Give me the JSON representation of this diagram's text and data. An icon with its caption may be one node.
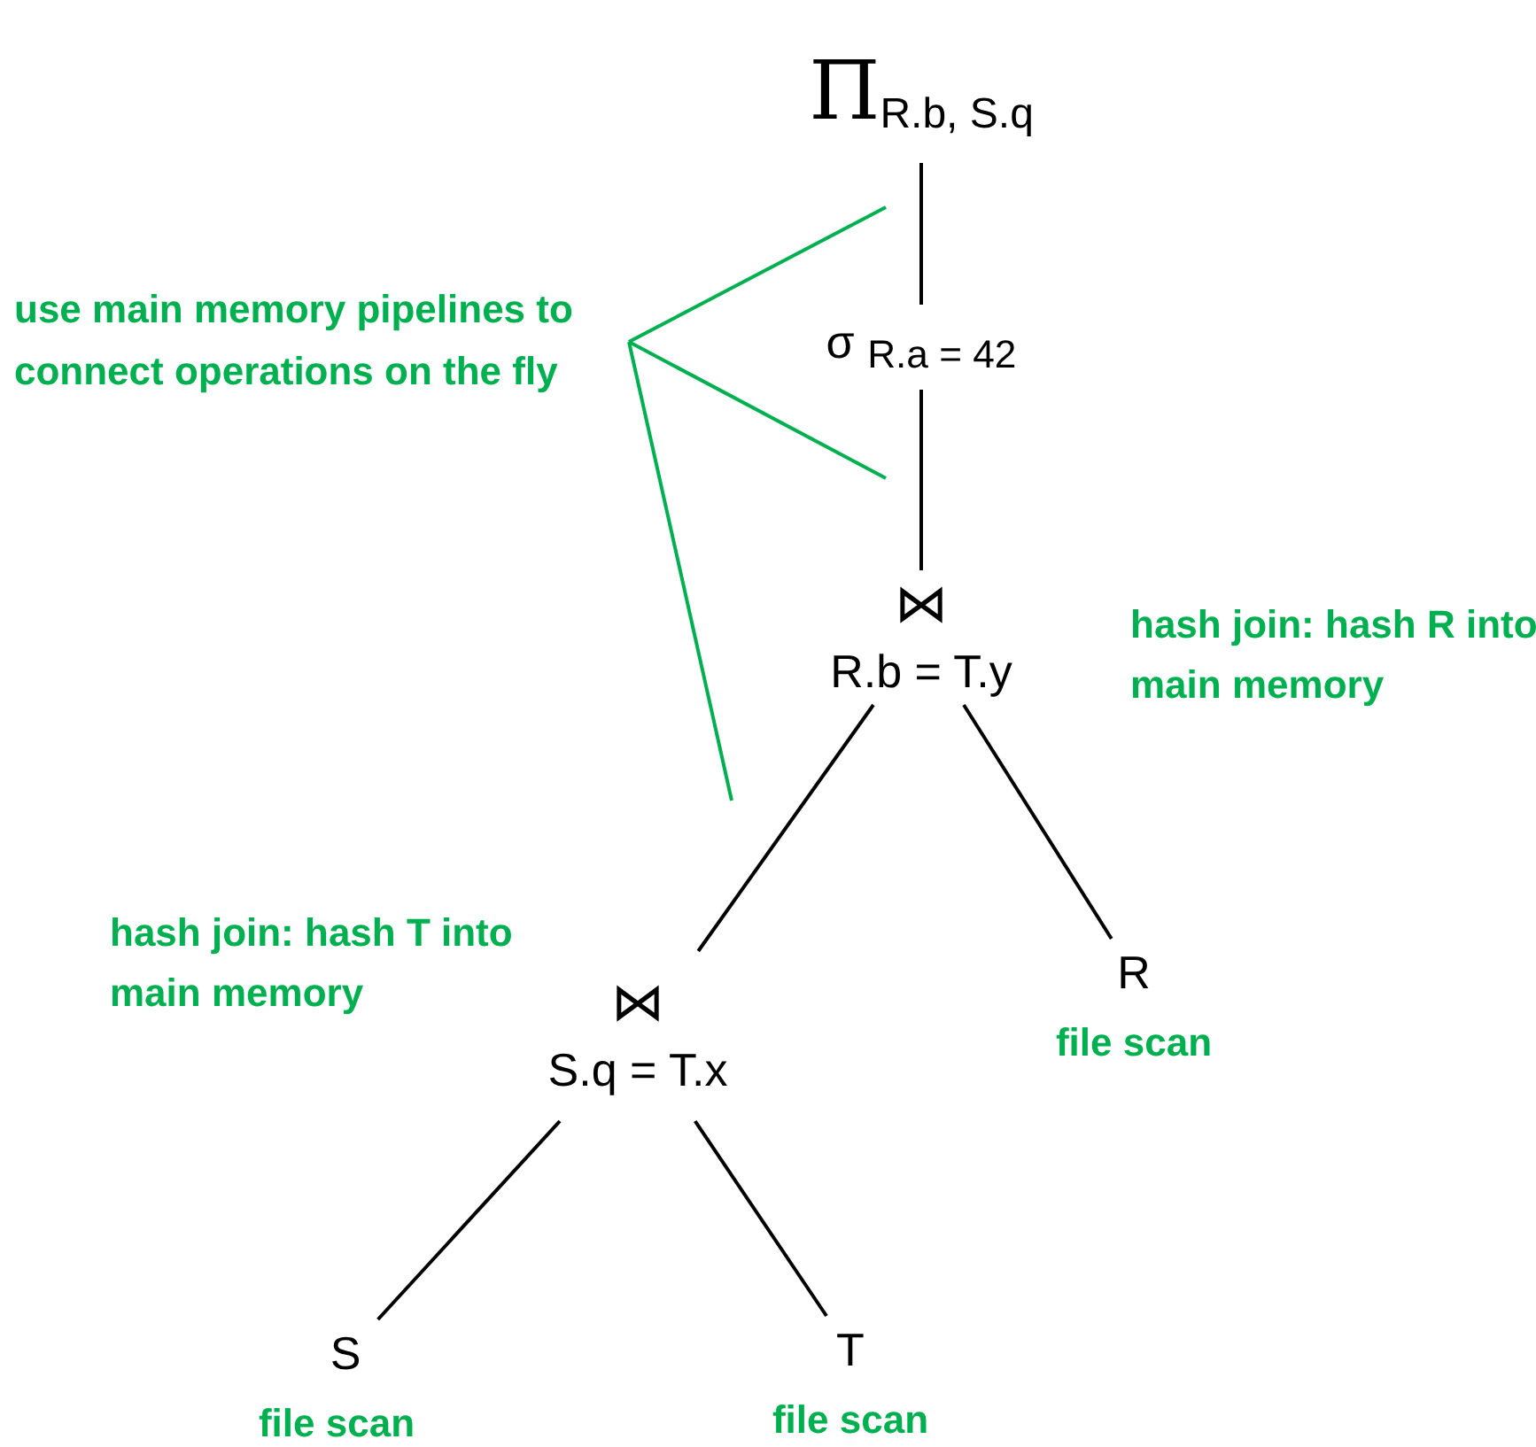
{
  "diagram": {
    "nodes": [
      {
        "text": [
          "Π$_{R.b, S.q}$"
        ]
      },
      {
        "text": [
          "σ $_{R.a = 42}$"
        ]
      },
      {
        "text": [
          "⋈",
          "R.b = T.y"
        ],
        "beside": [
          "hash join: hash R into main memory"
        ]
      },
      {
        "text": [
          "⋈",
          "S.q = T.x"
        ],
        "beside": [
          "hash join: hash T into main memory"
        ]
      },
      {
        "text": [
          "R"
        ],
        "beside": [
          "file scan"
        ]
      },
      {
        "text": [
          "S"
        ],
        "beside": [
          "file scan"
        ]
      },
      {
        "text": [
          "T"
        ],
        "beside": [
          "file scan"
        ]
      },
      {
        "text": [
          "use main memory pipelines to connect operations on the fly"
        ]
      }
    ],
    "edges": [
      {
        "from": 0,
        "to": 1,
        "arrow": "none"
      },
      {
        "from": 1,
        "to": 2,
        "arrow": "none"
      },
      {
        "from": 2,
        "to": 3,
        "arrow": "none"
      },
      {
        "from": 2,
        "to": 4,
        "arrow": "none"
      },
      {
        "from": 3,
        "to": 5,
        "arrow": "none"
      },
      {
        "from": 3,
        "to": 6,
        "arrow": "none"
      },
      {
        "from": 7,
        "to": null,
        "arrow": "none",
        "color": "#00b050"
      },
      {
        "from": 7,
        "to": null,
        "arrow": "none",
        "color": "#00b050"
      },
      {
        "from": 7,
        "to": null,
        "arrow": "none",
        "color": "#00b050"
      }
    ]
  }
}
